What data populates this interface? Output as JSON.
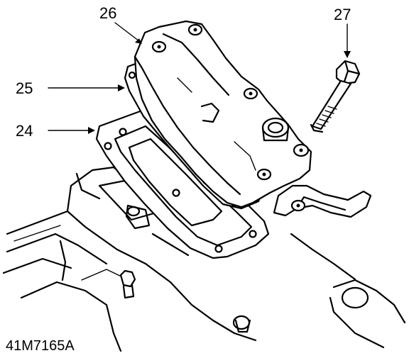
{
  "figure": {
    "reference": "41M7165A",
    "callouts": [
      {
        "id": "26",
        "label": "26",
        "part": "cover"
      },
      {
        "id": "27",
        "label": "27",
        "part": "bolt"
      },
      {
        "id": "25",
        "label": "25",
        "part": "gasket-upper"
      },
      {
        "id": "24",
        "label": "24",
        "part": "gasket-lower"
      }
    ]
  }
}
